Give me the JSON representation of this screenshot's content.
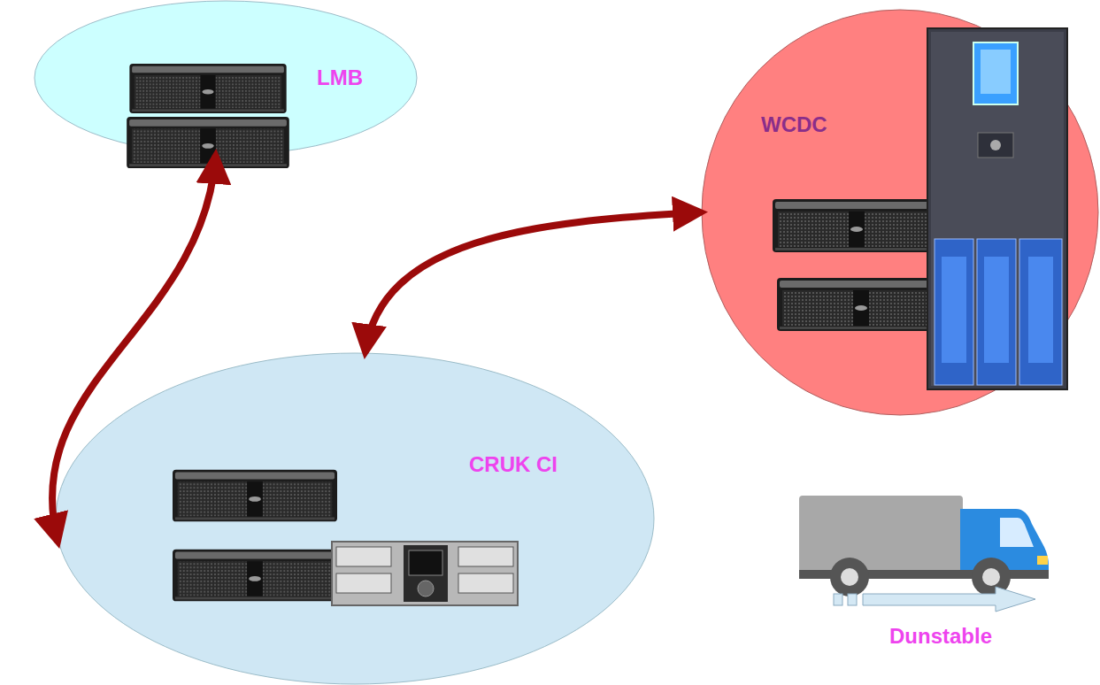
{
  "diagram": {
    "nodes": [
      {
        "text": [
          "LMB"
        ]
      },
      {
        "text": [
          "WCDC"
        ]
      },
      {
        "text": [
          "CRUK CI"
        ]
      }
    ],
    "edges": [
      {
        "from": 2,
        "to": 0,
        "arrow": "both"
      },
      {
        "from": 2,
        "to": 1,
        "arrow": "both"
      }
    ],
    "labels": [
      "Dunstable"
    ]
  }
}
